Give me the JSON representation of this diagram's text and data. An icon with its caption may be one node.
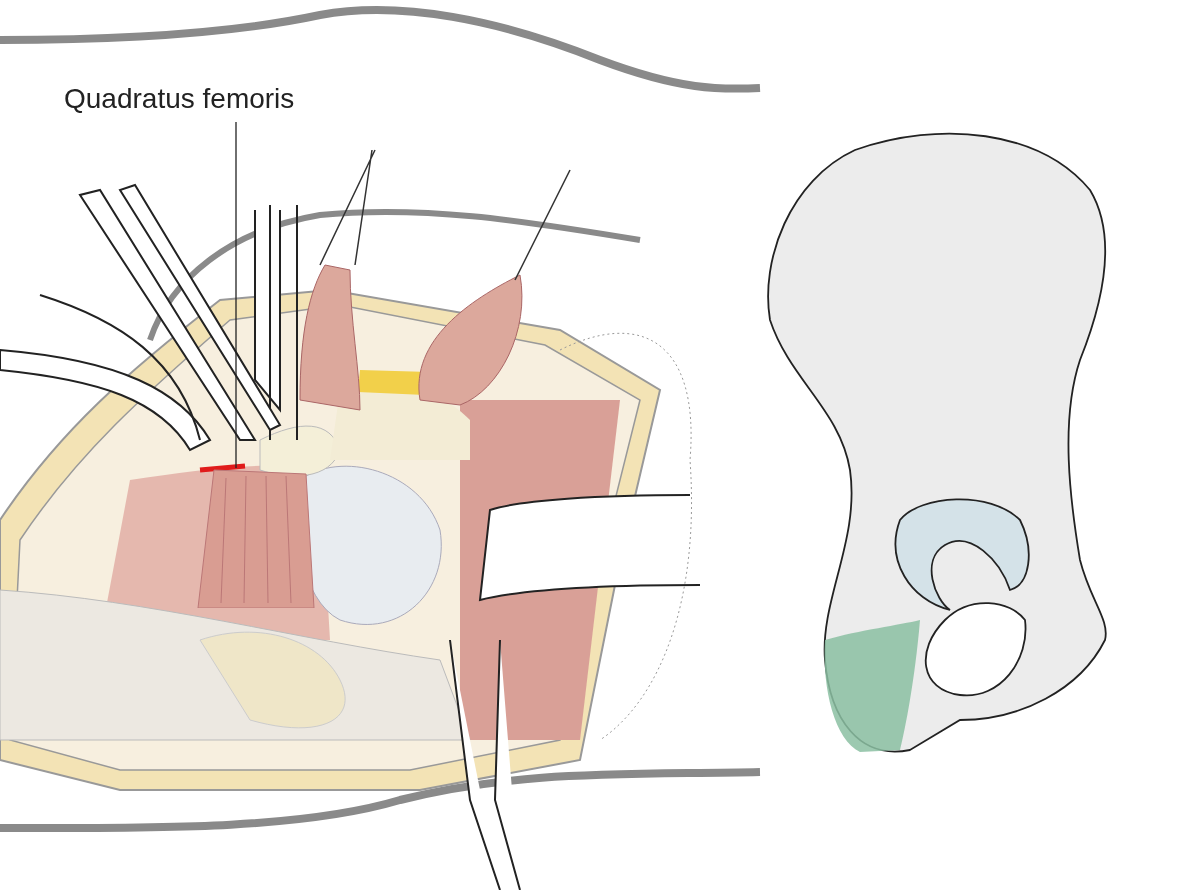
{
  "diagram": {
    "nodes": [
      {
        "text": [
          "Quadratus femoris"
        ]
      },
      {
        "text": [],
        "shape": "picture"
      }
    ],
    "edges": [
      {
        "from": 0,
        "to": 1,
        "arrow": "none"
      }
    ]
  }
}
